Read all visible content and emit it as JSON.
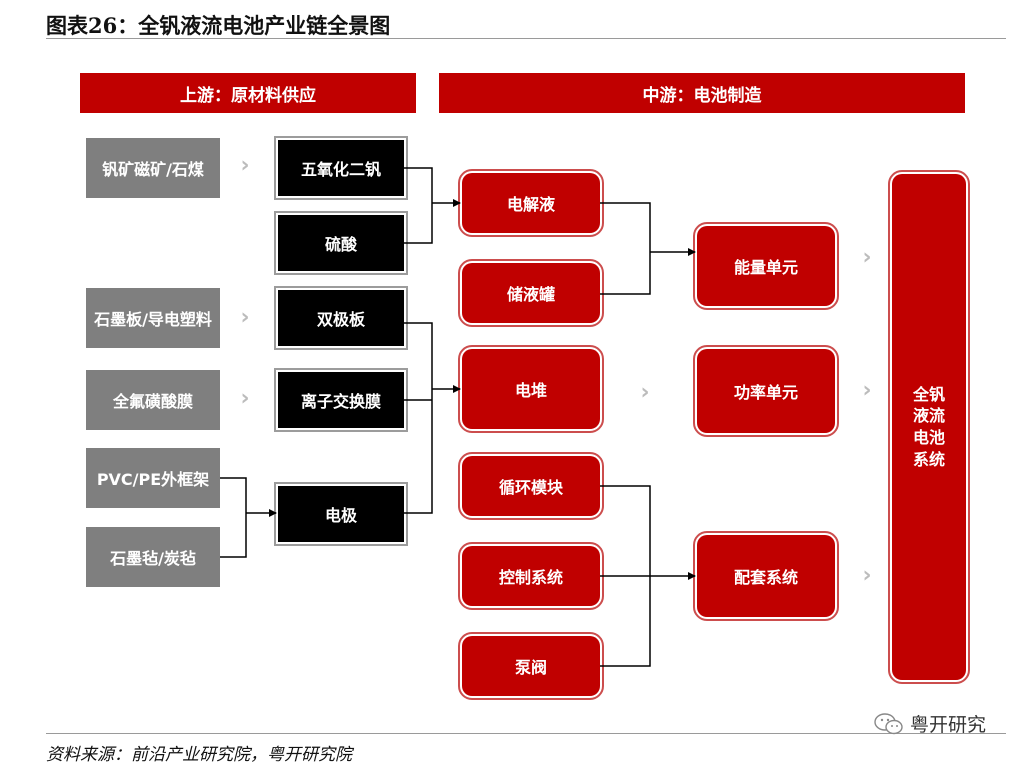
{
  "title": "图表26：全钒液流电池产业链全景图",
  "source": "资料来源：前沿产业研究院，粤开研究院",
  "watermark": "粤开研究",
  "headers": {
    "upstream": "上游：原材料供应",
    "midstream": "中游：电池制造"
  },
  "raw_materials": {
    "vanadium_ore": "钒矿磁矿/石煤",
    "graphite_plate": "石墨板/导电塑料",
    "perfluoro_membrane": "全氟磺酸膜",
    "pvc_frame": "PVC/PE外框架",
    "graphite_felt": "石墨毡/炭毡"
  },
  "materials": {
    "v2o5": "五氧化二钒",
    "sulfuric_acid": "硫酸",
    "bipolar_plate": "双极板",
    "ion_membrane": "离子交换膜",
    "electrode": "电极"
  },
  "components": {
    "electrolyte": "电解液",
    "storage_tank": "储液罐",
    "stack": "电堆",
    "circulation_module": "循环模块",
    "control_system": "控制系统",
    "pump_valve": "泵阀"
  },
  "units": {
    "energy_unit": "能量单元",
    "power_unit": "功率单元",
    "support_system": "配套系统"
  },
  "system": [
    "全钒",
    "液流",
    "电池",
    "系统"
  ]
}
